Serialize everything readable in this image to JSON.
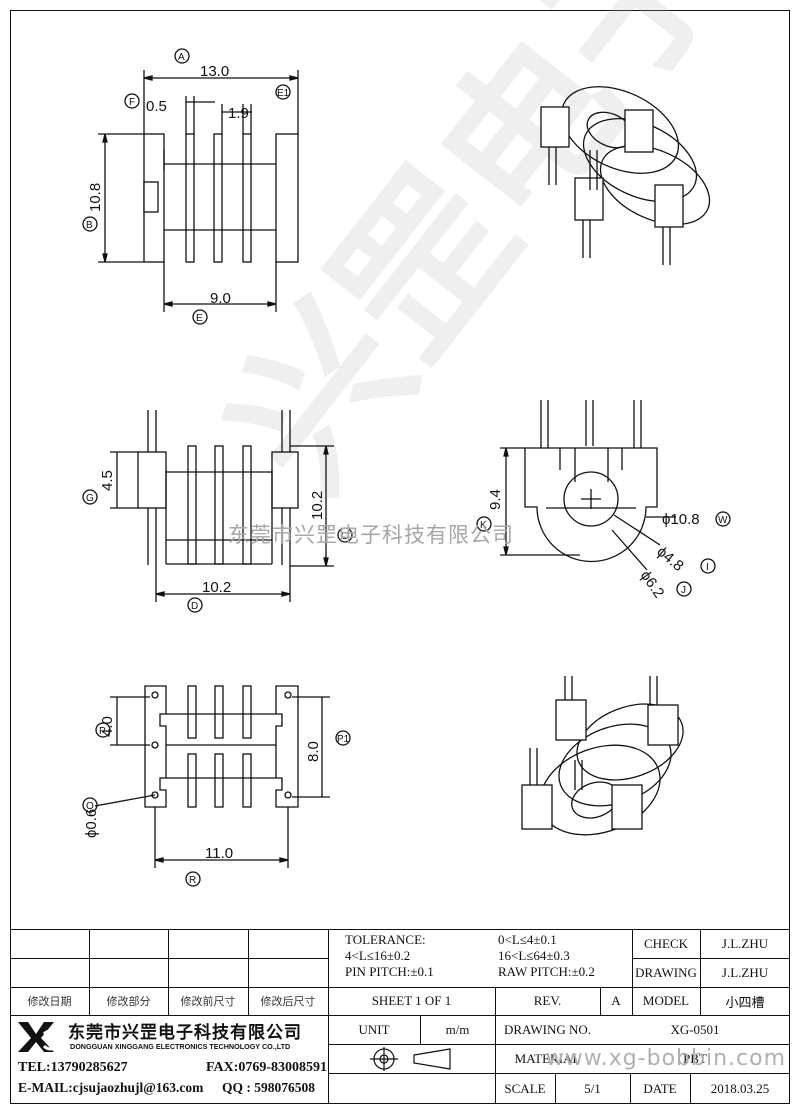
{
  "dims": {
    "A": "A",
    "B": "B",
    "C": "C",
    "D": "D",
    "E": "E",
    "E1": "E1",
    "F": "F",
    "G": "G",
    "I": "I",
    "J": "J",
    "K": "K",
    "O": "O",
    "P": "P",
    "P1": "P1",
    "R": "R",
    "W": "W",
    "width_13": "13.0",
    "gap_05": "0.5",
    "pitch_19": "1.9",
    "height_108": "10.8",
    "base_90": "9.0",
    "h45": "4.5",
    "h102": "10.2",
    "w102": "10.2",
    "h94": "9.4",
    "d108": "ϕ10.8",
    "d48": "ϕ4.8",
    "d62": "ϕ6.2",
    "h40": "4.0",
    "h80": "8.0",
    "d06": "ϕ0.6",
    "w110": "11.0"
  },
  "watermark": {
    "line": "东莞市兴罡电子科技有限公司",
    "big": "兴罡电子",
    "url": "www.xg-bobbin.com"
  },
  "title_block": {
    "rev_labels": [
      "修改日期",
      "修改部分",
      "修改前尺寸",
      "修改后尺寸"
    ],
    "tolerance": "TOLERANCE:",
    "tol_2": "4<L≤16±0.2",
    "pin_pitch": "PIN PITCH:±0.1",
    "tol_1": "0<L≤4±0.1",
    "tol_3": "16<L≤64±0.3",
    "raw_pitch": "RAW PITCH:±0.2",
    "check_label": "CHECK",
    "check_value": "J.L.ZHU",
    "drawing_label": "DRAWING",
    "drawing_value": "J.L.ZHU",
    "sheet": "SHEET 1 OF 1",
    "rev_label": "REV.",
    "rev_value": "A",
    "model_label": "MODEL",
    "model_value": "小四槽",
    "company_cn": "东莞市兴罡电子科技有限公司",
    "company_en": "DONGGUAN XINGGANG ELECTRONICS TECHNOLOGY CO.,LTD",
    "logo": "XG",
    "tel": "TEL:13790285627",
    "fax": "FAX:0769-83008591",
    "email": "E-MAIL:cjsujaozhujl@163.com",
    "qq": "QQ : 598076508",
    "unit_label": "UNIT",
    "unit_value": "m/m",
    "drawing_no_label": "DRAWING NO.",
    "drawing_no_value": "XG-0501",
    "material_label": "MATERIAL",
    "material_value": "PBT",
    "scale_label": "SCALE",
    "scale_value": "5/1",
    "date_label": "DATE",
    "date_value": "2018.03.25"
  }
}
